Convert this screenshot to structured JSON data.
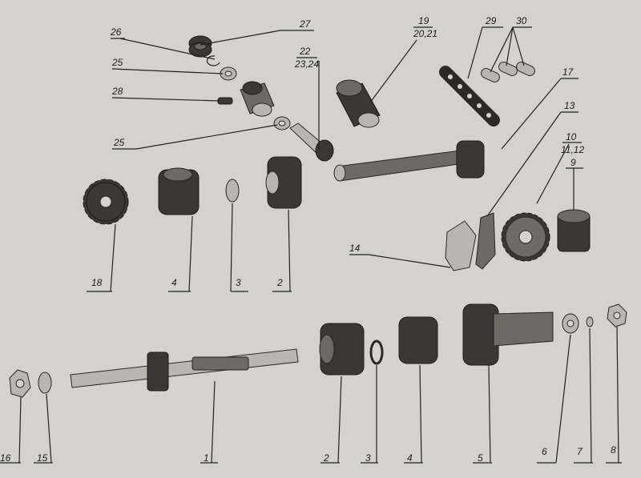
{
  "callouts": {
    "c1": "1",
    "c2a": "2",
    "c2b": "2",
    "c3a": "3",
    "c3b": "3",
    "c4a": "4",
    "c4b": "4",
    "c5": "5",
    "c6": "6",
    "c7": "7",
    "c8": "8",
    "c9": "9",
    "c10": "10",
    "c10sub": "11,12",
    "c13": "13",
    "c14": "14",
    "c15": "15",
    "c16": "16",
    "c17": "17",
    "c18": "18",
    "c19": "19",
    "c19sub": "20,21",
    "c22": "22",
    "c22sub": "23,24",
    "c25a": "25",
    "c25b": "25",
    "c26": "26",
    "c27": "27",
    "c28": "28",
    "c29": "29",
    "c30": "30"
  }
}
